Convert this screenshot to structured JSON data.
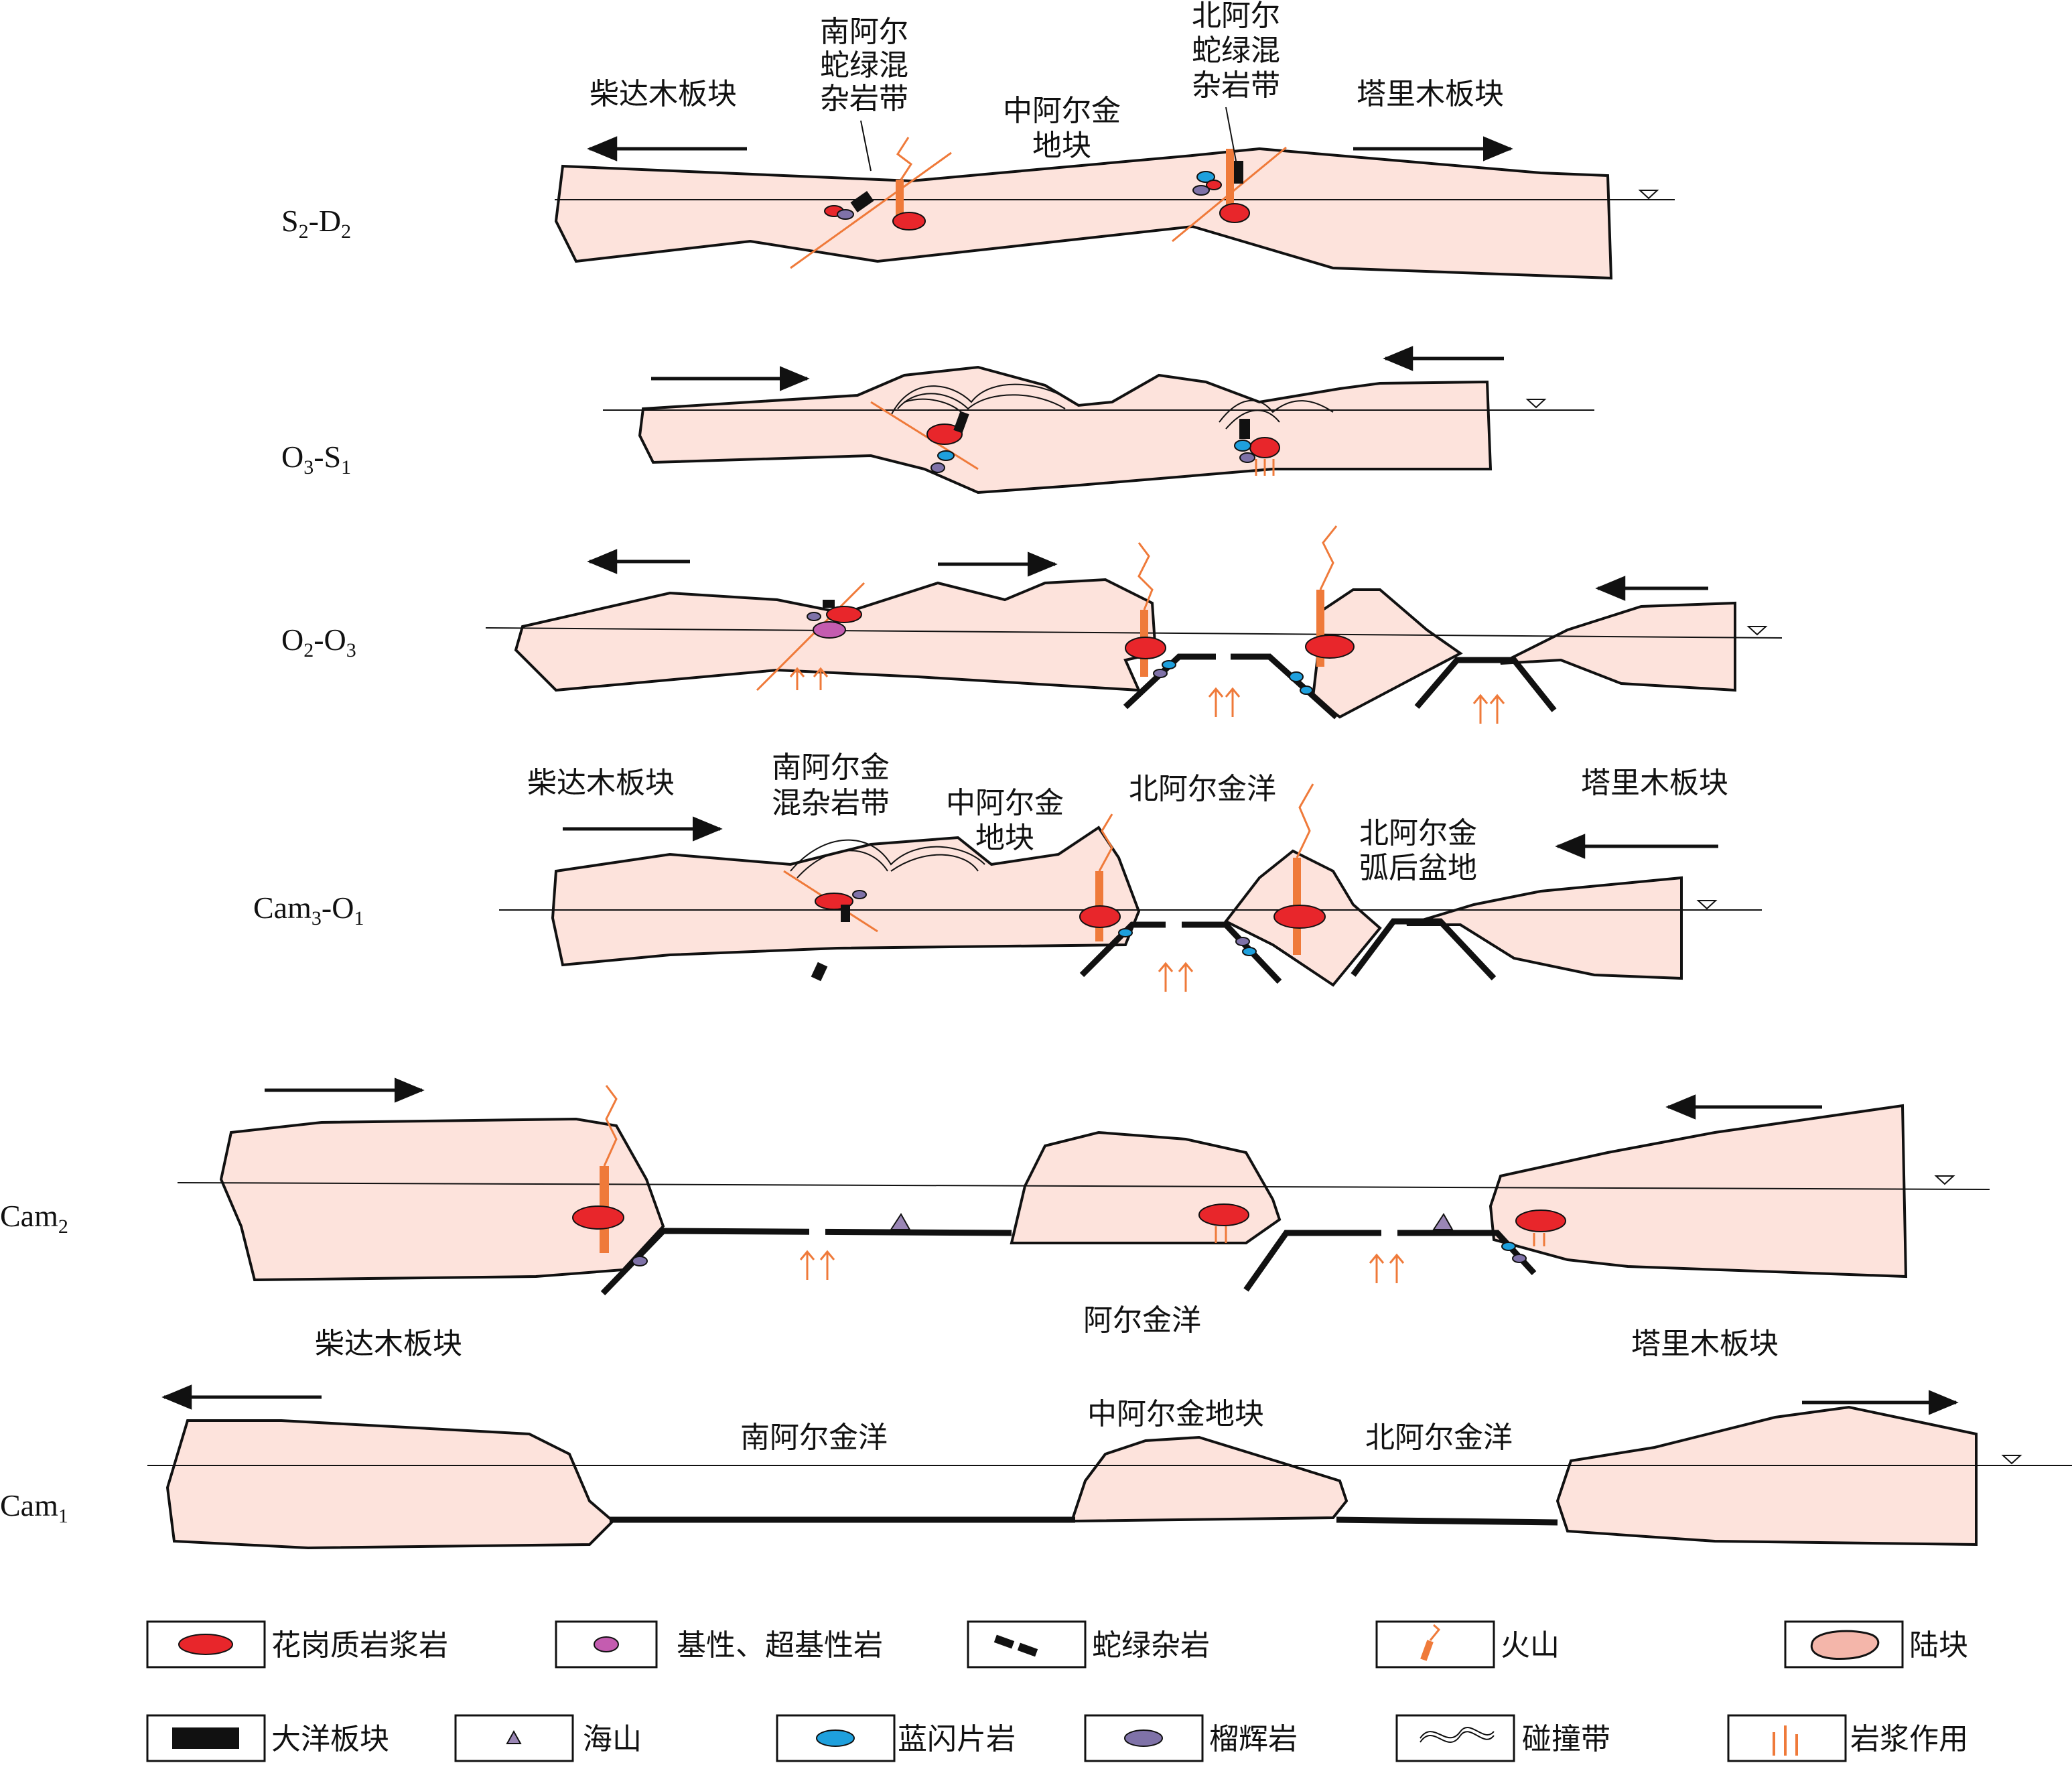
{
  "stages": [
    {
      "id": "S2-D2",
      "stage": {
        "main": "S",
        "sub1": "2",
        "mid": "-D",
        "sub2": "2"
      },
      "labels": {
        "left_plate": "柴达木板块",
        "south_belt": [
          "南阿尔",
          "蛇绿混",
          "杂岩带"
        ],
        "central_block": [
          "中阿尔金",
          "地块"
        ],
        "north_belt": [
          "北阿尔",
          "蛇绿混",
          "杂岩带"
        ],
        "right_plate": "塔里木板块"
      }
    },
    {
      "id": "O3-S1",
      "stage": {
        "main": "O",
        "sub1": "3",
        "mid": "-S",
        "sub2": "1"
      }
    },
    {
      "id": "O2-O3",
      "stage": {
        "main": "O",
        "sub1": "2",
        "mid": "-O",
        "sub2": "3"
      }
    },
    {
      "id": "Cam3-O1",
      "stage": {
        "main": "Cam",
        "sub1": "3",
        "mid": "-O",
        "sub2": "1"
      },
      "labels": {
        "left_plate": "柴达木板块",
        "south_belt": [
          "南阿尔金",
          "混杂岩带"
        ],
        "central_block": [
          "中阿尔金",
          "地块"
        ],
        "north_ocean": "北阿尔金洋",
        "backarc": [
          "北阿尔金",
          "弧后盆地"
        ],
        "right_plate": "塔里木板块"
      }
    },
    {
      "id": "Cam2",
      "stage": {
        "main": "Cam",
        "sub1": "2"
      },
      "labels": {
        "left_plate": "柴达木板块",
        "ocean": "阿尔金洋",
        "right_plate": "塔里木板块"
      }
    },
    {
      "id": "Cam1",
      "stage": {
        "main": "Cam",
        "sub1": "1"
      },
      "labels": {
        "south_ocean": "南阿尔金洋",
        "central_block": "中阿尔金地块",
        "north_ocean": "北阿尔金洋"
      }
    }
  ],
  "legend": [
    {
      "key": "granite",
      "label": "花岗质岩浆岩",
      "icon": "red-ellipse",
      "color": "#e8262b"
    },
    {
      "key": "mafic",
      "label": "基性、超基性岩",
      "icon": "magenta-ellipse",
      "color": "#c45cb0"
    },
    {
      "key": "ophiolite",
      "label": "蛇绿杂岩",
      "icon": "black-dashes",
      "color": "#111111"
    },
    {
      "key": "volcano",
      "label": "火山",
      "icon": "volcano-zigzag",
      "color": "#ef7a3a"
    },
    {
      "key": "continent",
      "label": "陆块",
      "icon": "pink-blob",
      "color": "#fde3dc"
    },
    {
      "key": "oceanic",
      "label": "大洋板块",
      "icon": "black-bar",
      "color": "#111111"
    },
    {
      "key": "seamount",
      "label": "海山",
      "icon": "purple-triangle",
      "color": "#9a86b5"
    },
    {
      "key": "blueschist",
      "label": "蓝闪片岩",
      "icon": "blue-ellipse",
      "color": "#1ea0dd"
    },
    {
      "key": "eclogite",
      "label": "榴辉岩",
      "icon": "purple-ellipse",
      "color": "#7f72a8"
    },
    {
      "key": "collision",
      "label": "碰撞带",
      "icon": "wavy-lines",
      "color": "#111111"
    },
    {
      "key": "magmatism",
      "label": "岩浆作用",
      "icon": "orange-bars",
      "color": "#ef7a3a"
    }
  ],
  "colors": {
    "continent_fill": "#fde3dc",
    "outline": "#111111",
    "granite": "#e8262b",
    "magma": "#ef7a3a",
    "blueschist": "#1ea0dd",
    "eclogite": "#7f72a8",
    "mafic": "#c45cb0"
  }
}
